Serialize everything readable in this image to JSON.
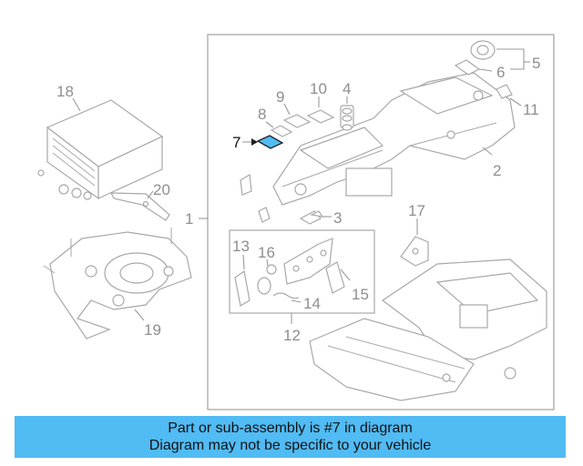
{
  "callouts": {
    "c1": "1",
    "c2": "2",
    "c3": "3",
    "c4": "4",
    "c5": "5",
    "c6": "6",
    "c7": "7",
    "c8": "8",
    "c9": "9",
    "c10": "10",
    "c11": "11",
    "c12": "12",
    "c13": "13",
    "c14": "14",
    "c15": "15",
    "c16": "16",
    "c17": "17",
    "c18": "18",
    "c19": "19",
    "c20": "20"
  },
  "highlight": {
    "part": "7",
    "color": "#51bbf4"
  },
  "banner": {
    "line1": "Part or sub-assembly is #7 in diagram",
    "line2": "Diagram may not be specific to your vehicle",
    "color": "#51bbf4"
  }
}
